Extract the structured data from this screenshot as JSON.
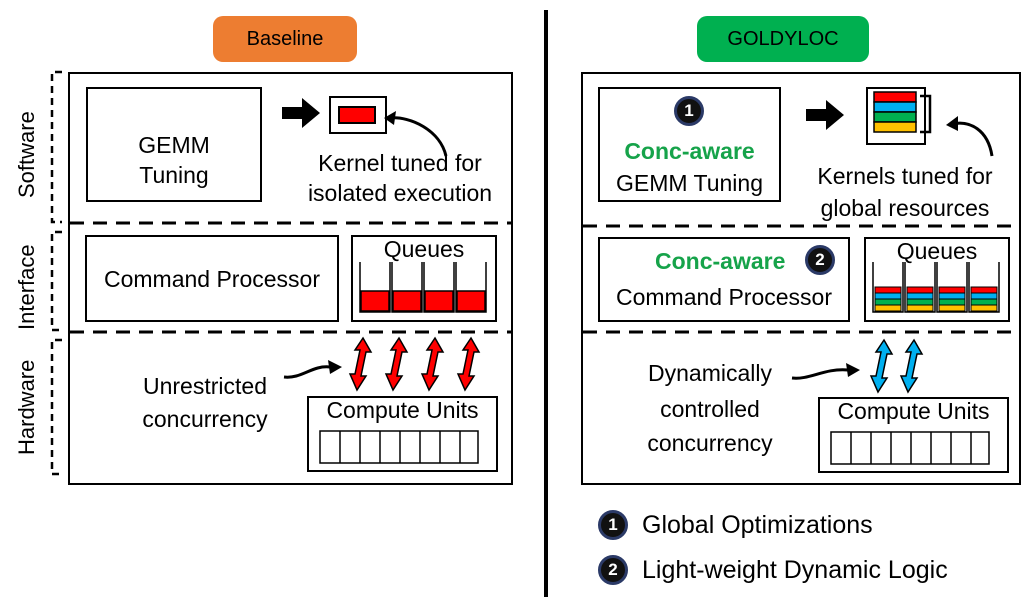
{
  "left": {
    "title": "Baseline",
    "title_color": "#ed7d31",
    "side_labels": [
      "Software",
      "Interface",
      "Hardware"
    ],
    "gemm_line1": "GEMM",
    "gemm_line2": "Tuning",
    "kernel_note_line1": "Kernel tuned for",
    "kernel_note_line2": "isolated execution",
    "command_processor": "Command Processor",
    "queues_label": "Queues",
    "concurrency_line1": "Unrestricted",
    "concurrency_line2": "concurrency",
    "compute_units_label": "Compute Units"
  },
  "right": {
    "title": "GOLDYLOC",
    "title_color": "#00b050",
    "badge1": "1",
    "conc_aware_1": "Conc-aware",
    "gemm_tuning": "GEMM Tuning",
    "kernels_note_line1": "Kernels tuned for",
    "kernels_note_line2": "global resources",
    "conc_aware_2": "Conc-aware",
    "badge2": "2",
    "command_processor": "Command Processor",
    "queues_label": "Queues",
    "concurrency_line1": "Dynamically",
    "concurrency_line2": "controlled",
    "concurrency_line3": "concurrency",
    "compute_units_label": "Compute Units"
  },
  "legend": [
    {
      "num": "1",
      "label": "Global Optimizations"
    },
    {
      "num": "2",
      "label": "Light-weight Dynamic Logic"
    }
  ],
  "colors": {
    "red": "#ff0000",
    "blue": "#00b0f0",
    "green": "#00b050",
    "yellow": "#ffc000",
    "lightblue": "#5b9bd5"
  }
}
